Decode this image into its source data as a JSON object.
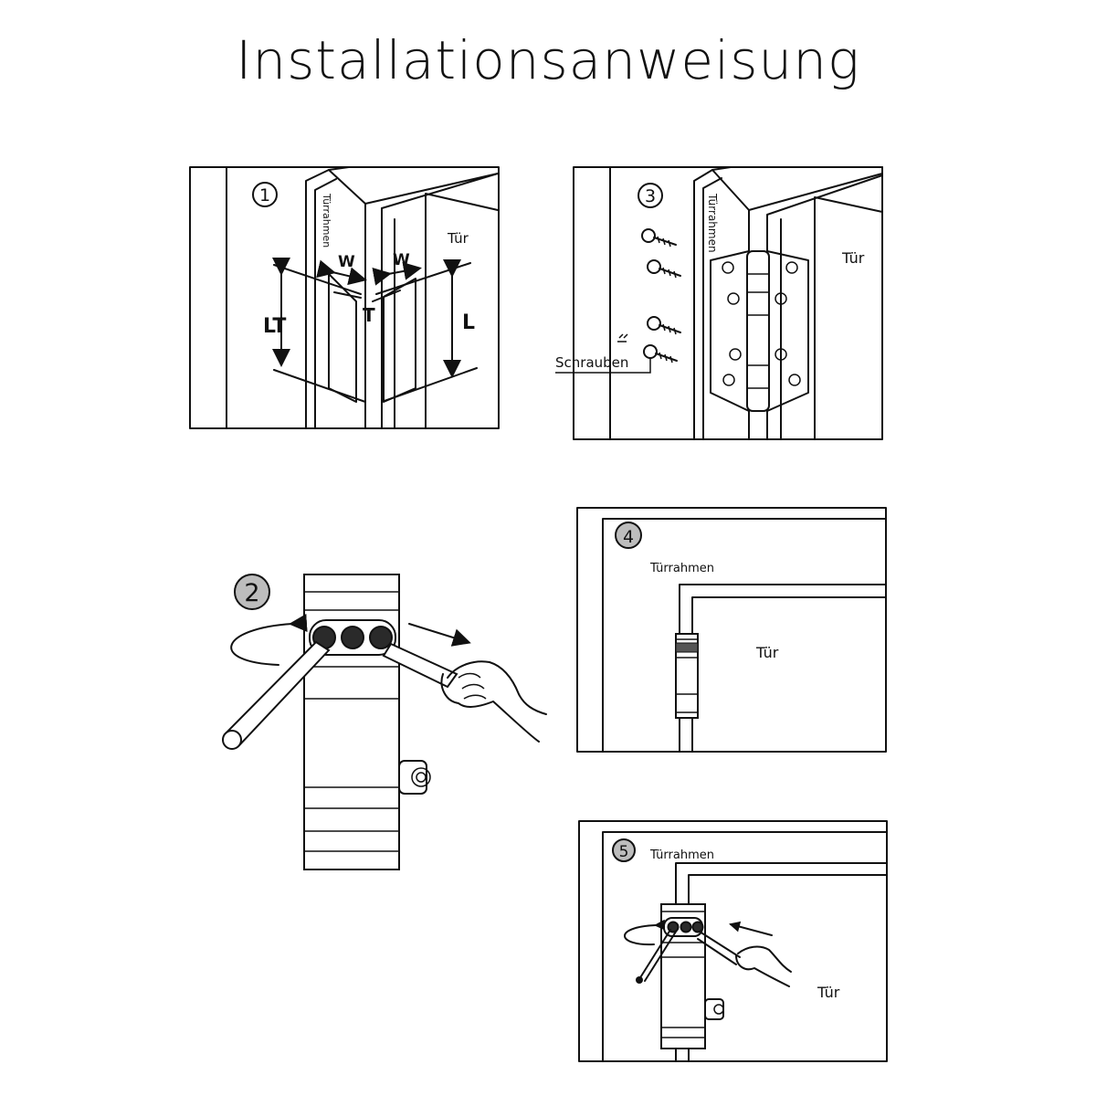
{
  "title": "Installationsanweisung",
  "labels": {
    "door_frame": "Türrahmen",
    "door": "Tür",
    "screws": "Schrauben",
    "lt": "LT",
    "l": "L",
    "w": "W",
    "t": "T"
  },
  "steps": [
    {
      "number": "1"
    },
    {
      "number": "2"
    },
    {
      "number": "3"
    },
    {
      "number": "4"
    },
    {
      "number": "5"
    }
  ]
}
